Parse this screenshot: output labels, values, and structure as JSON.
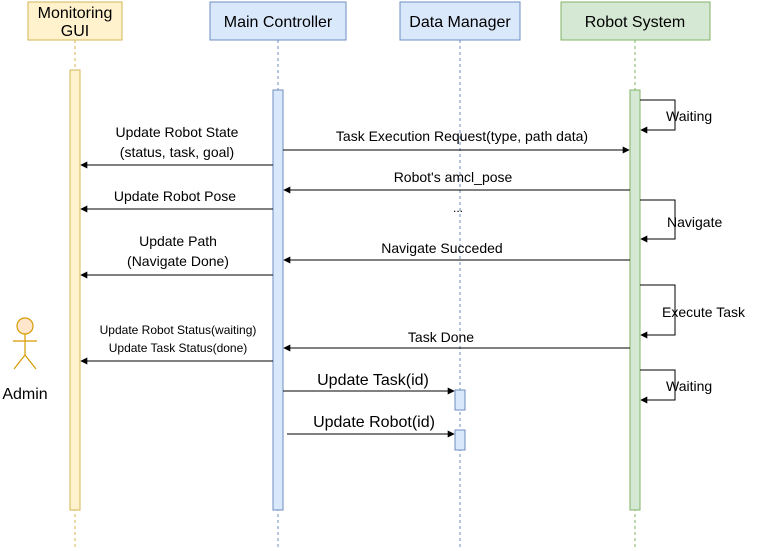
{
  "colors": {
    "gui_fill": "#fff2cc",
    "gui_stroke": "#d6b656",
    "controller_fill": "#dae8fc",
    "controller_stroke": "#6c8ebf",
    "robot_fill": "#d5e8d4",
    "robot_stroke": "#82b366",
    "actor_fill": "#ffe6cc",
    "actor_stroke": "#d79b00",
    "line": "#000000"
  },
  "participants": {
    "gui": {
      "label_line1": "Monitoring",
      "label_line2": "GUI"
    },
    "controller": {
      "label": "Main Controller"
    },
    "data_manager": {
      "label": "Data Manager"
    },
    "robot": {
      "label": "Robot System"
    }
  },
  "actor": {
    "label": "Admin",
    "icon": "stick-figure-icon"
  },
  "messages": {
    "update_robot_state_1": "Update Robot State",
    "update_robot_state_2": "(status, task, goal)",
    "task_execution_request": "Task Execution Request(type, path data)",
    "amcl_pose": "Robot's amcl_pose",
    "ellipsis": "...",
    "update_robot_pose": "Update Robot Pose",
    "update_path_1": "Update Path",
    "update_path_2": "(Navigate Done)",
    "navigate_succeded": "Navigate Succeded",
    "update_status_1": "Update Robot Status(waiting)",
    "update_status_2": "Update Task Status(done)",
    "task_done": "Task Done",
    "update_task": "Update Task(id)",
    "update_robot": "Update Robot(id)"
  },
  "self_messages": {
    "waiting_1": "Waiting",
    "navigate": "Navigate",
    "execute_task": "Execute Task",
    "waiting_2": "Waiting"
  }
}
